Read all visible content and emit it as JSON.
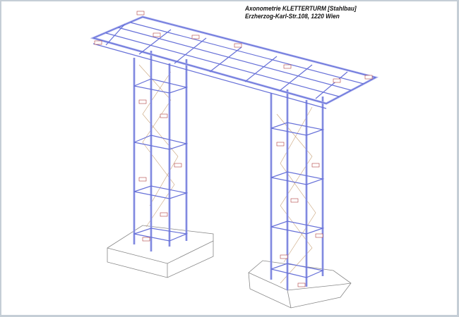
{
  "drawing": {
    "title_line1": "Axonometrie KLETTERTURM [Stahlbau]",
    "title_line2": "Erzherzog-Karl-Str.108, 1220 Wien",
    "colors": {
      "steel": "#6670d8",
      "steel_fill": "#aab0ee",
      "foundation": "#888888",
      "labels": "#b04040",
      "border": "#c5ced6"
    },
    "elements": [
      "roof-grid",
      "left-tower",
      "right-tower",
      "left-foundation",
      "right-foundation-hexagonal",
      "part-labels"
    ]
  }
}
